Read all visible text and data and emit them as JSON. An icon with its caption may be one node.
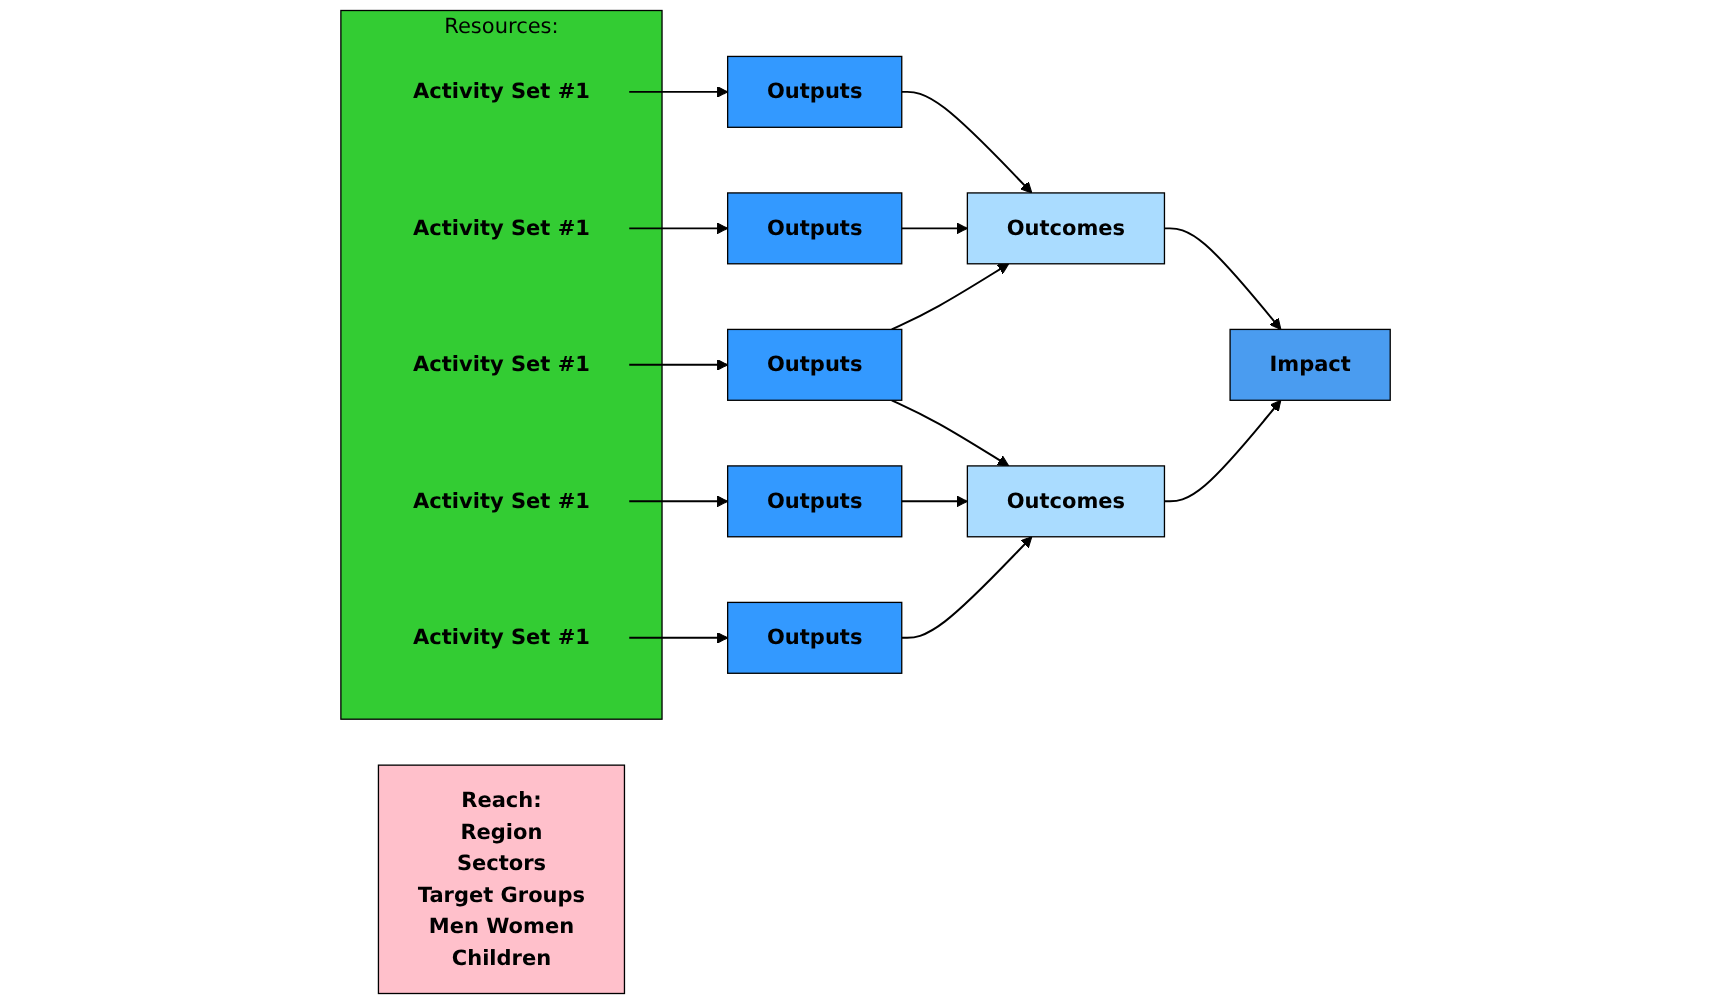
{
  "diagram": {
    "nodes": [
      {
        "text": [
          "Resources:"
        ]
      },
      {
        "text": [
          "Activity Set #1"
        ],
        "in": 0
      },
      {
        "text": [
          "Activity Set #1"
        ],
        "in": 0
      },
      {
        "text": [
          "Activity Set #1"
        ],
        "in": 0
      },
      {
        "text": [
          "Activity Set #1"
        ],
        "in": 0
      },
      {
        "text": [
          "Activity Set #1"
        ],
        "in": 0
      },
      {
        "text": [
          "Reach:",
          "Region",
          "Sectors",
          "Target Groups",
          "Men Women",
          "Children"
        ]
      },
      {
        "text": [
          "Outputs"
        ]
      },
      {
        "text": [
          "Outputs"
        ]
      },
      {
        "text": [
          "Outputs"
        ]
      },
      {
        "text": [
          "Outputs"
        ]
      },
      {
        "text": [
          "Outputs"
        ]
      },
      {
        "text": [
          "Outcomes"
        ]
      },
      {
        "text": [
          "Outcomes"
        ]
      },
      {
        "text": [
          "Impact"
        ]
      }
    ],
    "edges": [
      {
        "from": 1,
        "to": 7,
        "arrow": "to"
      },
      {
        "from": 2,
        "to": 8,
        "arrow": "to"
      },
      {
        "from": 3,
        "to": 9,
        "arrow": "to"
      },
      {
        "from": 4,
        "to": 10,
        "arrow": "to"
      },
      {
        "from": 5,
        "to": 11,
        "arrow": "to"
      },
      {
        "from": 7,
        "to": 12,
        "arrow": "to"
      },
      {
        "from": 8,
        "to": 12,
        "arrow": "to"
      },
      {
        "from": 9,
        "to": 12,
        "arrow": "to"
      },
      {
        "from": 9,
        "to": 13,
        "arrow": "to"
      },
      {
        "from": 10,
        "to": 13,
        "arrow": "to"
      },
      {
        "from": 11,
        "to": 13,
        "arrow": "to"
      },
      {
        "from": 12,
        "to": 14,
        "arrow": "to"
      },
      {
        "from": 13,
        "to": 14,
        "arrow": "to"
      }
    ]
  }
}
